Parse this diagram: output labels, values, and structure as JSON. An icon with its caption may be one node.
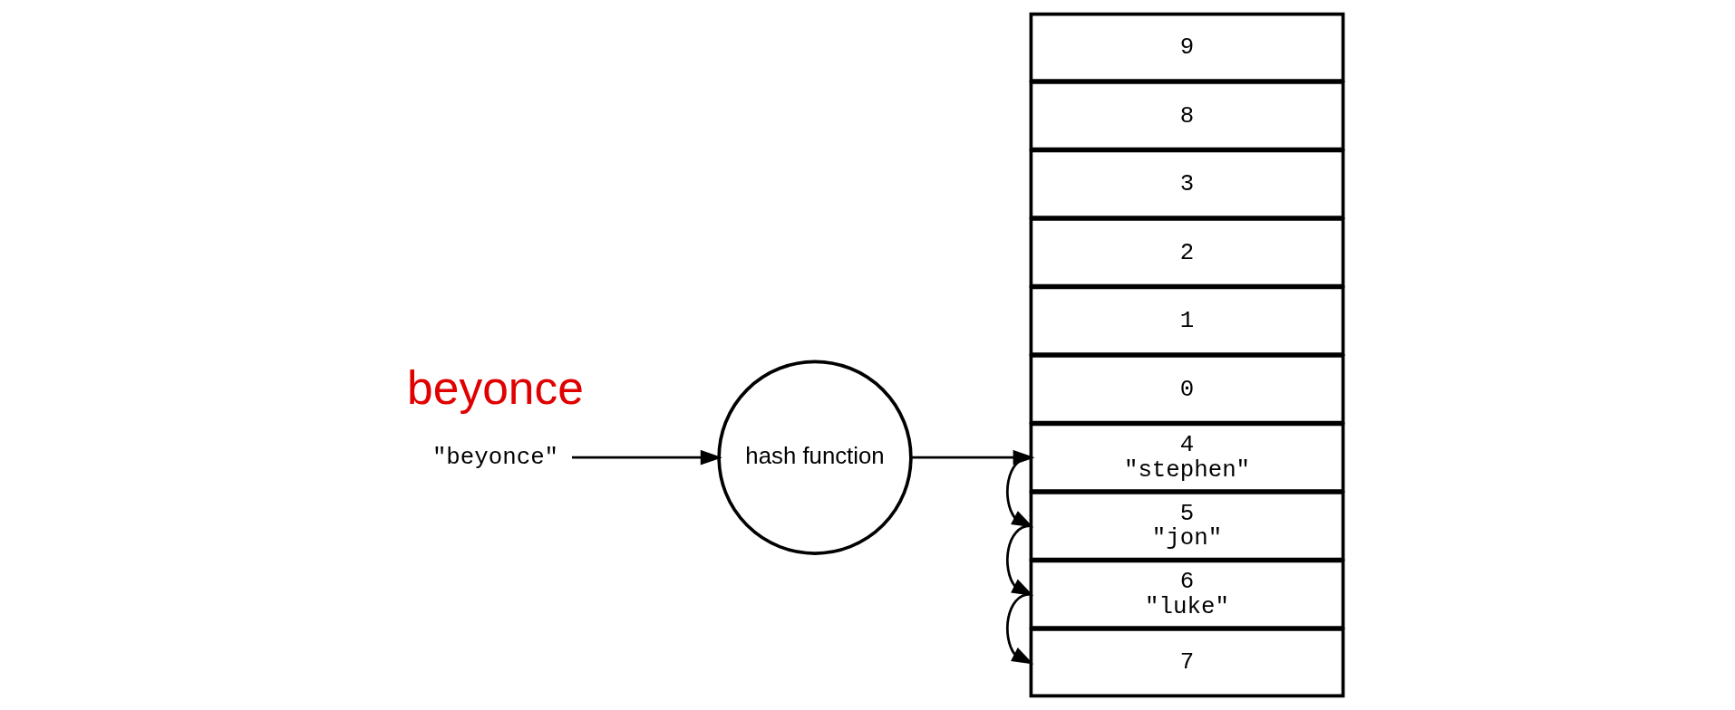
{
  "diagram": {
    "nodes": [
      {
        "text": [
          "\"beyonce\""
        ]
      },
      {
        "text": [
          "hash function"
        ]
      },
      {
        "text": [
          "0"
        ]
      },
      {
        "text": [
          "1"
        ]
      },
      {
        "text": [
          "2"
        ]
      },
      {
        "text": [
          "3"
        ]
      },
      {
        "text": [
          "4",
          "\"stephen\""
        ]
      },
      {
        "text": [
          "5",
          "\"jon\""
        ]
      },
      {
        "text": [
          "6",
          "\"luke\""
        ]
      },
      {
        "text": [
          "7"
        ]
      },
      {
        "text": [
          "8"
        ]
      },
      {
        "text": [
          "9"
        ]
      }
    ],
    "edges": [
      {
        "from": 0,
        "to": 1,
        "arrow": "to"
      },
      {
        "from": 1,
        "to": 6,
        "arrow": "to"
      },
      {
        "from": 6,
        "to": 7,
        "arrow": "to"
      },
      {
        "from": 7,
        "to": 8,
        "arrow": "to"
      },
      {
        "from": 8,
        "to": 9,
        "arrow": "to"
      }
    ],
    "labels": [
      "beyonce"
    ]
  }
}
